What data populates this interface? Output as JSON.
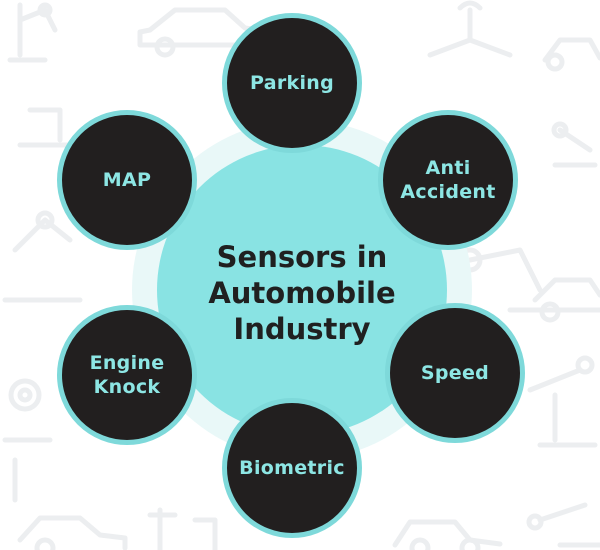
{
  "center": {
    "title": "Sensors in Automobile Industry"
  },
  "nodes": {
    "parking": "Parking",
    "anti_accident": "Anti Accident",
    "speed": "Speed",
    "biometric": "Biometric",
    "engine_knock": "Engine Knock",
    "map": "MAP"
  },
  "colors": {
    "background": "#ffffff",
    "hub_fill": "#89e3e3",
    "hub_halo": "#e9f8f8",
    "node_fill": "#221f1f",
    "node_border": "#7ed9da",
    "node_text": "#8de6e4",
    "hub_text": "#202020",
    "pattern": "#eceef0"
  },
  "decor": {
    "background_icons": [
      "car-icon",
      "robot-arm-icon",
      "wrench-icon",
      "gear-icon",
      "car-lift-icon"
    ]
  }
}
